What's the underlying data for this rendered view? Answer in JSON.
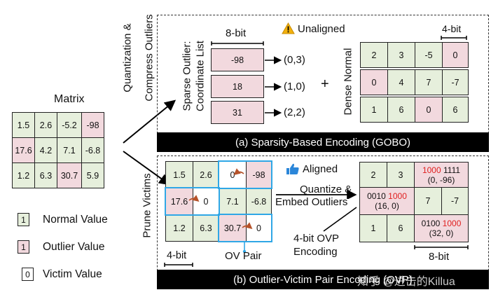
{
  "matrix": {
    "title": "Matrix",
    "rows": [
      [
        "1.5",
        "2.6",
        "-5.2",
        "-98"
      ],
      [
        "17.6",
        "4.2",
        "7.1",
        "-6.8"
      ],
      [
        "1.2",
        "6.3",
        "30.7",
        "5.9"
      ]
    ]
  },
  "legend": {
    "normal_sample": "1",
    "normal_label": "Normal Value",
    "outlier_sample": "1",
    "outlier_label": "Outlier Value",
    "victim_sample": "0",
    "victim_label": "Victim Value"
  },
  "side_labels": {
    "quantization": "Quantization &",
    "compress": "Compress Outliers",
    "prune": "Prune Victims",
    "sparse_outlier": "Sparse Outlier:",
    "coordinate_list": "Coordinate List",
    "dense_normal": "Dense Normal"
  },
  "gobo": {
    "bit_label": "8-bit",
    "warning_icon": "warning-icon",
    "unaligned": "Unaligned",
    "outliers": [
      {
        "value": "-98",
        "coord": "(0,3)"
      },
      {
        "value": "18",
        "coord": "(1,0)"
      },
      {
        "value": "31",
        "coord": "(2,2)"
      }
    ],
    "plus": "+",
    "dense_bit_label": "4-bit",
    "dense": [
      [
        "2",
        "3",
        "-5",
        "0"
      ],
      [
        "0",
        "4",
        "7",
        "-7"
      ],
      [
        "1",
        "6",
        "0",
        "6"
      ]
    ],
    "caption": "(a) Sparsity-Based Encoding (GOBO)"
  },
  "ovp": {
    "thumb_icon": "thumbs-up-icon",
    "aligned": "Aligned",
    "grid": [
      [
        "1.5",
        "2.6",
        "0",
        "-98"
      ],
      [
        "17.6",
        "0",
        "7.1",
        "-6.8"
      ],
      [
        "1.2",
        "6.3",
        "30.7",
        "0"
      ]
    ],
    "bit_label_left": "4-bit",
    "pair_label": "OV Pair",
    "quantize_line1": "Quantize &",
    "quantize_line2": "Embed Outliers",
    "encoding_line1": "4-bit OVP",
    "encoding_line2": "Encoding",
    "result": {
      "r0": [
        "2",
        "3"
      ],
      "r0_pair": {
        "hi": "1000",
        "lo": "1111",
        "val": "(0, -96)"
      },
      "r1_pair": {
        "hi": "0010",
        "lo": "1000",
        "val": "(16, 0)"
      },
      "r1": [
        "7",
        "-7"
      ],
      "r2": [
        "1",
        "6"
      ],
      "r2_pair": {
        "hi": "0100",
        "lo": "1000",
        "val": "(32, 0)"
      }
    },
    "bit_label_right": "8-bit",
    "caption": "(b) Outlier-Victim Pair Encoding (OVP)"
  },
  "watermark": "知乎 @进击的Killua",
  "colors": {
    "normal": "#e6efdc",
    "outlier": "#f2d9de",
    "highlight": "#2fa7e6",
    "emphasis": "#e02020",
    "arrow": "#b5522a"
  }
}
